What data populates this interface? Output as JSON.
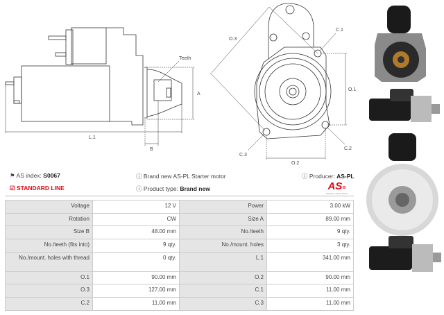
{
  "drawings": {
    "side_labels": {
      "teeth": "Teeth",
      "a": "A",
      "b": "B",
      "l1": "L.1"
    },
    "front_labels": {
      "o3": "O.3",
      "c1": "C.1",
      "o1": "O.1",
      "c2": "C.2",
      "c3": "C.3",
      "o2": "O.2"
    }
  },
  "info": {
    "as_index_label": "AS index:",
    "as_index_value": "S0067",
    "standard_line": "STANDARD LINE",
    "description": "Brand new AS-PL Starter motor",
    "product_type_label": "Product type:",
    "product_type_value": "Brand new",
    "producer_label": "Producer:",
    "producer_value": "AS-PL",
    "logo_text": "AS",
    "logo_tagline": "Alternators, Starters & Parts"
  },
  "specs": [
    [
      "Voltage",
      "12 V",
      "Power",
      "3.00 kW"
    ],
    [
      "Rotation",
      "CW",
      "Size A",
      "89.00 mm"
    ],
    [
      "Size B",
      "48.00 mm",
      "No./teeth",
      "9 qty."
    ],
    [
      "No./teeth (fits into)",
      "9 qty.",
      "No./mount. holes",
      "3 qty."
    ],
    [
      "No./mount. holes with thread",
      "0 qty.",
      "L.1",
      "341.00 mm"
    ],
    [
      "O.1",
      "90.00 mm",
      "O.2",
      "90.00 mm"
    ],
    [
      "O.3",
      "127.00 mm",
      "C.1",
      "11.00 mm"
    ],
    [
      "C.2",
      "11.00 mm",
      "C.3",
      "11.00 mm"
    ]
  ],
  "colors": {
    "accent": "#e30613",
    "table_key_bg": "#e5e5e5"
  }
}
